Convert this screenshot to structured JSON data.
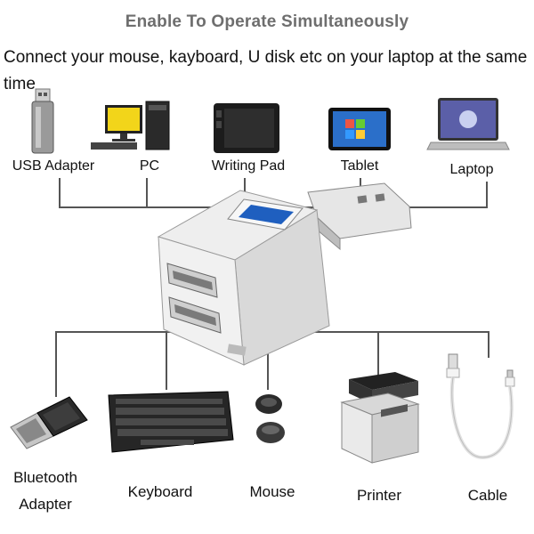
{
  "title": "Enable To Operate Simultaneously",
  "subtitle": "Connect your mouse, kayboard, U disk etc on your laptop at the same time",
  "top_devices": [
    {
      "label": "USB Adapter",
      "icon": "usb-flash-drive-icon"
    },
    {
      "label": "PC",
      "icon": "desktop-pc-icon"
    },
    {
      "label": "Writing Pad",
      "icon": "writing-pad-icon"
    },
    {
      "label": "Tablet",
      "icon": "tablet-icon"
    },
    {
      "label": "Laptop",
      "icon": "laptop-icon"
    }
  ],
  "bottom_devices": [
    {
      "label_line1": "Bluetooth",
      "label_line2": "Adapter",
      "icon": "bluetooth-adapter-icon"
    },
    {
      "label": "Keyboard",
      "icon": "keyboard-icon"
    },
    {
      "label": "Mouse",
      "icon": "mouse-icon"
    },
    {
      "label": "Printer",
      "icon": "printer-icon"
    },
    {
      "label": "Cable",
      "icon": "usb-cable-icon"
    }
  ],
  "colors": {
    "title": "#6e6e6e",
    "hub": "#d9d9d9",
    "usb_blue": "#1f5fbf",
    "line": "#555555"
  }
}
